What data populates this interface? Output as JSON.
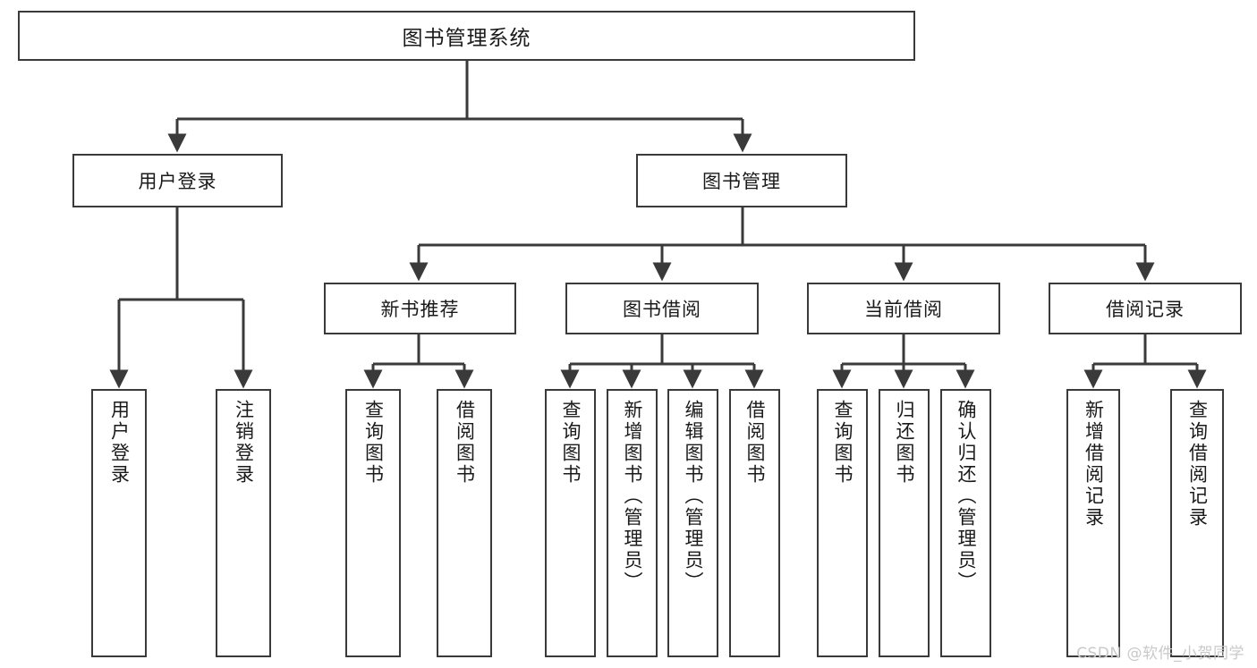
{
  "diagram": {
    "title": "图书管理系统",
    "type": "hierarchy-tree",
    "watermark": "CSDN @软件_小贺同学",
    "colors": {
      "box_border": "#3a3a3a",
      "box_fill": "#ffffff",
      "connector": "#3a3a3a",
      "text": "#1a1a1a",
      "watermark": "#c9c9c9"
    },
    "root": {
      "label": "图书管理系统"
    },
    "level2": [
      {
        "label": "用户登录"
      },
      {
        "label": "图书管理"
      }
    ],
    "level3": [
      {
        "label": "新书推荐"
      },
      {
        "label": "图书借阅"
      },
      {
        "label": "当前借阅"
      },
      {
        "label": "借阅记录"
      }
    ],
    "leaves": {
      "user_login": [
        {
          "label": "用户登录"
        },
        {
          "label": "注销登录"
        }
      ],
      "new_book": [
        {
          "label": "查询图书"
        },
        {
          "label": "借阅图书"
        }
      ],
      "book_borrow": [
        {
          "label": "查询图书"
        },
        {
          "label": "新增图书（管理员）"
        },
        {
          "label": "编辑图书（管理员）"
        },
        {
          "label": "借阅图书"
        }
      ],
      "current_borrow": [
        {
          "label": "查询图书"
        },
        {
          "label": "归还图书"
        },
        {
          "label": "确认归还（管理员）"
        }
      ],
      "borrow_record": [
        {
          "label": "新增借阅记录"
        },
        {
          "label": "查询借阅记录"
        }
      ]
    }
  }
}
